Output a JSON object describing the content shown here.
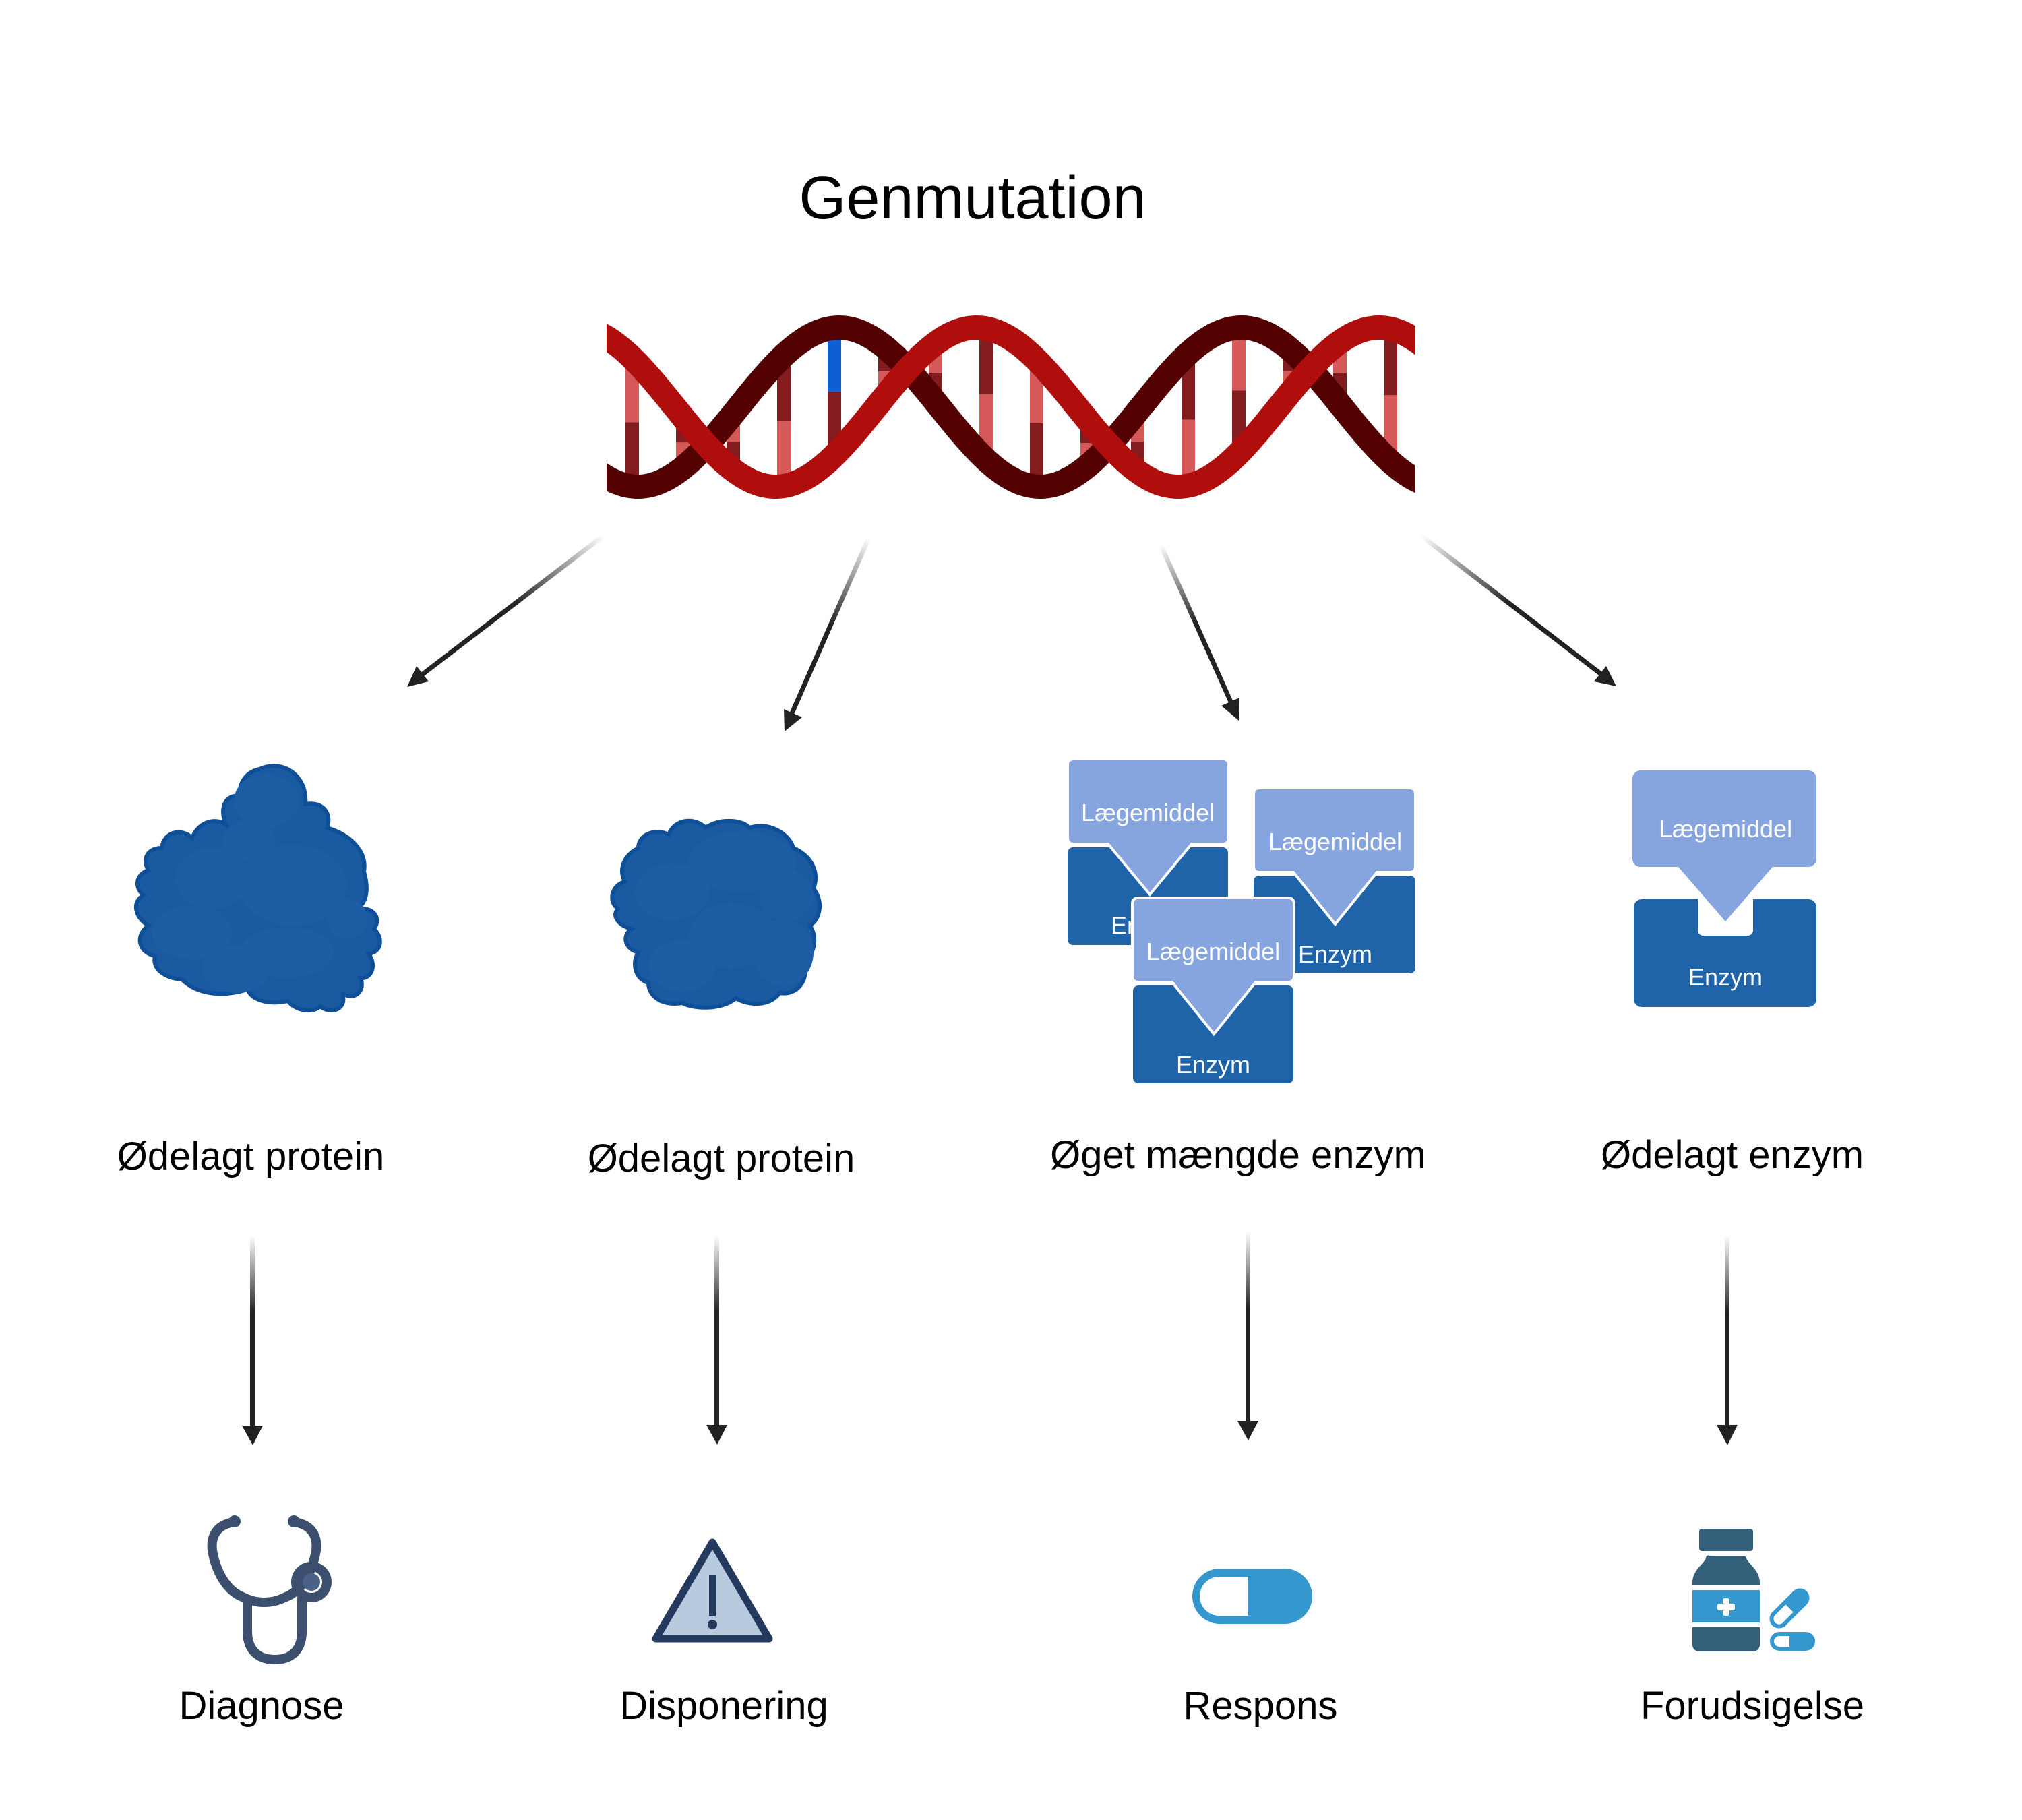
{
  "title": "Genmutation",
  "colors": {
    "dna_strand_dark": "#530000",
    "dna_strand_red": "#b00d0d",
    "dna_base_light": "#d65959",
    "dna_base_dark": "#821c1f",
    "dna_mutation_base": "#0d5fd3",
    "protein_fill": "#1a5aa0",
    "protein_outline": "#0f4f98",
    "drug_box": "#86a4de",
    "enzyme_box": "#1f64a8",
    "arrow": "#222222",
    "icon_dark": "#3d4f6e",
    "warning_fill": "#b8cade",
    "warning_stroke": "#233a5e",
    "capsule": "#3498cf",
    "bottle_dark": "#335f78",
    "bottle_blue": "#3497cd"
  },
  "columns": [
    {
      "id": "diagnose",
      "effect_label": "Ødelagt protein",
      "effect_icon": "broken-protein-icon",
      "outcome_label": "Diagnose",
      "outcome_icon": "stethoscope-icon"
    },
    {
      "id": "disponering",
      "effect_label": "Ødelagt protein",
      "effect_icon": "broken-protein-icon",
      "outcome_label": "Disponering",
      "outcome_icon": "warning-icon"
    },
    {
      "id": "respons",
      "effect_label": "Øget mængde enzym",
      "effect_icon": "enzyme-drug-group-icon",
      "outcome_label": "Respons",
      "outcome_icon": "capsule-icon",
      "boxes": [
        {
          "drug": "Lægemiddel",
          "enzyme": "Enzym"
        },
        {
          "drug": "Lægemiddel",
          "enzyme": "Enzym"
        },
        {
          "drug": "Lægemiddel",
          "enzyme": "Enzym"
        }
      ]
    },
    {
      "id": "forudsigelse",
      "effect_label": "Ødelagt enzym",
      "effect_icon": "broken-enzyme-icon",
      "outcome_label": "Forudsigelse",
      "outcome_icon": "pill-bottle-icon",
      "boxes": [
        {
          "drug": "Lægemiddel",
          "enzyme": "Enzym"
        }
      ]
    }
  ],
  "dna": {
    "mutation_marker_index": 4,
    "base_pair_count": 16
  }
}
